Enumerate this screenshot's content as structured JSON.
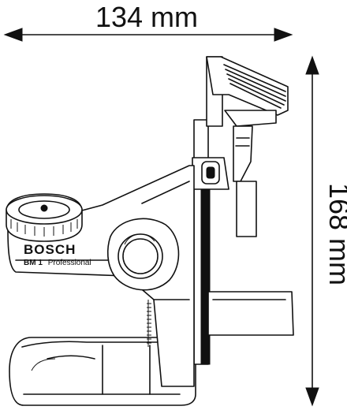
{
  "dimensions": {
    "width_label": "134 mm",
    "height_label": "168 mm"
  },
  "product": {
    "brand": "BOSCH",
    "model_bold": "BM 1",
    "model_suffix": "Professional"
  },
  "colors": {
    "line": "#111111",
    "background": "#ffffff"
  }
}
